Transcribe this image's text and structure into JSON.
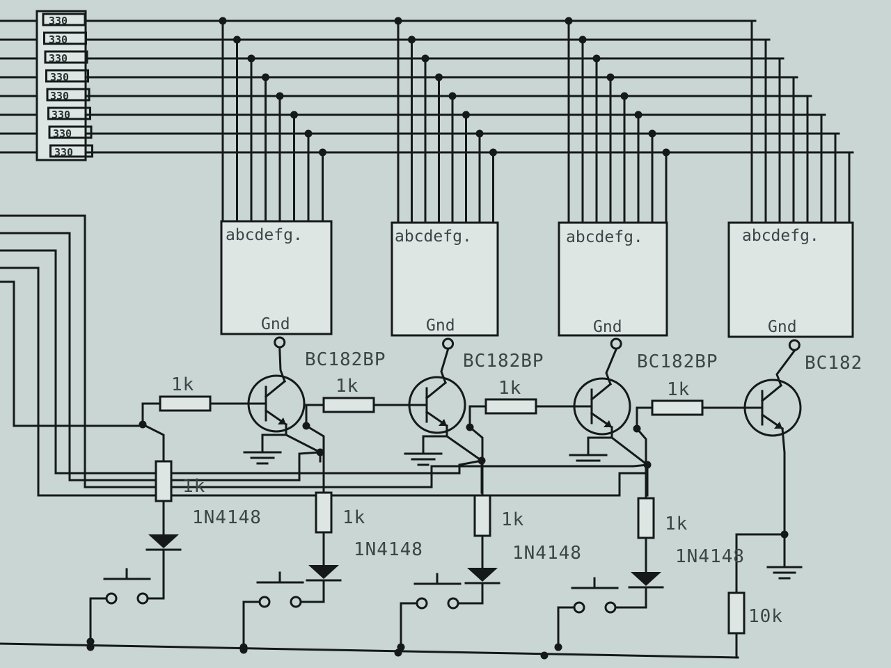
{
  "resistor_array": {
    "labels": [
      "330",
      "330",
      "330",
      "330",
      "330",
      "330",
      "330",
      "330"
    ]
  },
  "displays": [
    {
      "segments_label": "abcdefg.",
      "gnd_label": "Gnd",
      "transistor_label": "BC182BP"
    },
    {
      "segments_label": "abcdefg.",
      "gnd_label": "Gnd",
      "transistor_label": "BC182BP"
    },
    {
      "segments_label": "abcdefg.",
      "gnd_label": "Gnd",
      "transistor_label": "BC182BP"
    },
    {
      "segments_label": "abcdefg.",
      "gnd_label": "Gnd",
      "transistor_label": "BC182"
    }
  ],
  "stages": [
    {
      "base_resistor_label": "1k",
      "pull_resistor_label": "1k",
      "diode_label": "1N4148"
    },
    {
      "base_resistor_label": "1k",
      "pull_resistor_label": "1k",
      "diode_label": "1N4148"
    },
    {
      "base_resistor_label": "1k",
      "pull_resistor_label": "1k",
      "diode_label": "1N4148"
    },
    {
      "base_resistor_label": "1k",
      "pull_resistor_label": "1k",
      "diode_label": "1N4148"
    }
  ],
  "pulldown_label": "10k",
  "colors": {
    "background": "#c9d6d3",
    "ink": "#15191a",
    "label": "#3b4446"
  }
}
